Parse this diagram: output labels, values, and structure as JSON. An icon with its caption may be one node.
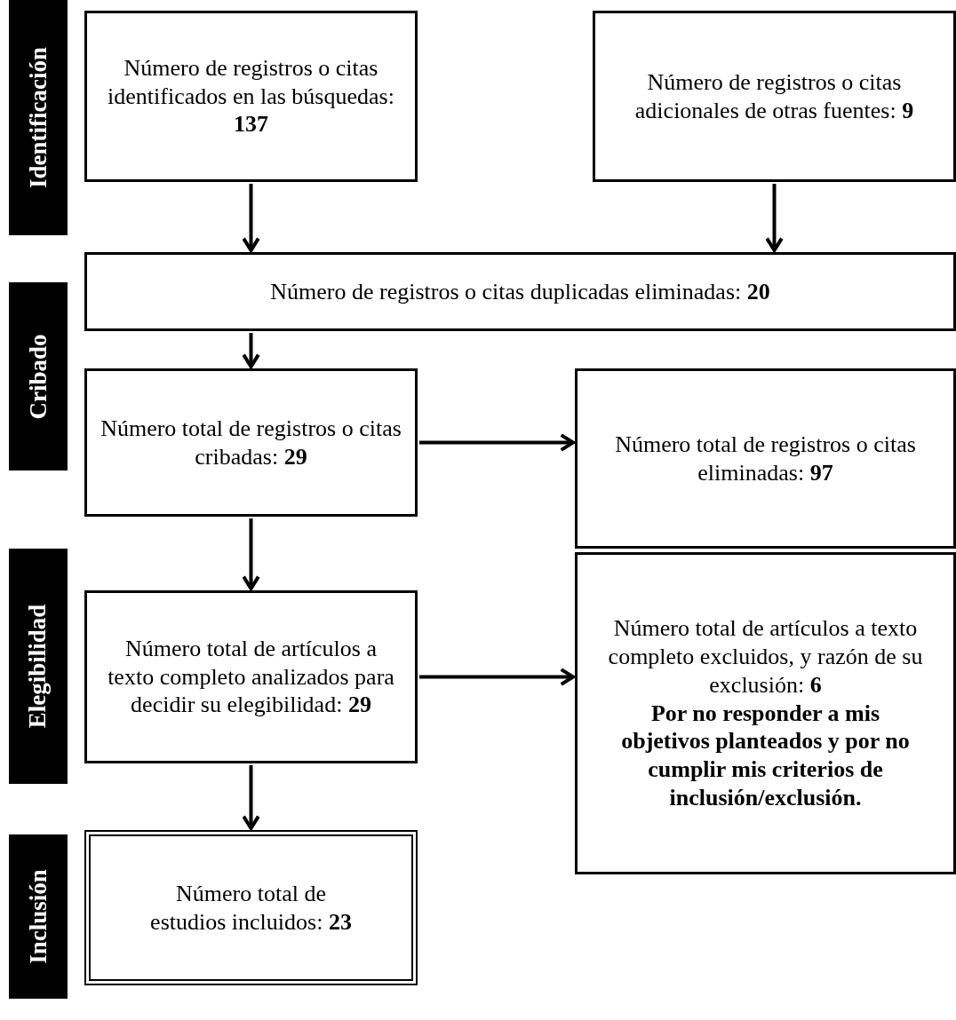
{
  "diagram": {
    "nodes": [
      {
        "text": [
          "Identificación"
        ]
      },
      {
        "text": [
          "Número de registros o citas identificados en las búsquedas: **137**"
        ]
      },
      {
        "text": [
          "Número de registros o citas adicionales de otras fuentes: **9**"
        ]
      },
      {
        "text": [
          "Cribado"
        ]
      },
      {
        "text": [
          "Número de registros o citas duplicadas eliminadas: **20**"
        ]
      },
      {
        "text": [
          "Número total de registros o citas cribadas: **29**"
        ]
      },
      {
        "text": [
          "Número total de registros o citas eliminadas: **97**"
        ]
      },
      {
        "text": [
          "Elegibilidad"
        ]
      },
      {
        "text": [
          "Número total de artículos a texto completo analizados para decidir su elegibilidad: **29**"
        ]
      },
      {
        "text": [
          "Número total de artículos a texto completo excluidos, y razón de su exclusión: **6**",
          "Por no responder a mis objetivos planteados y por no cumplir mis criterios de inclusión/exclusión."
        ]
      },
      {
        "text": [
          "Inclusión"
        ]
      },
      {
        "text": [
          "Número total de estudios incluidos: **23**"
        ]
      }
    ],
    "edges": [
      {
        "from": 1,
        "to": 4,
        "arrow": "to"
      },
      {
        "from": 2,
        "to": 4,
        "arrow": "to"
      },
      {
        "from": 4,
        "to": 5,
        "arrow": "to"
      },
      {
        "from": 5,
        "to": 6,
        "arrow": "to"
      },
      {
        "from": 5,
        "to": 8,
        "arrow": "to"
      },
      {
        "from": 8,
        "to": 9,
        "arrow": "to"
      },
      {
        "from": 8,
        "to": 11,
        "arrow": "to"
      }
    ]
  }
}
